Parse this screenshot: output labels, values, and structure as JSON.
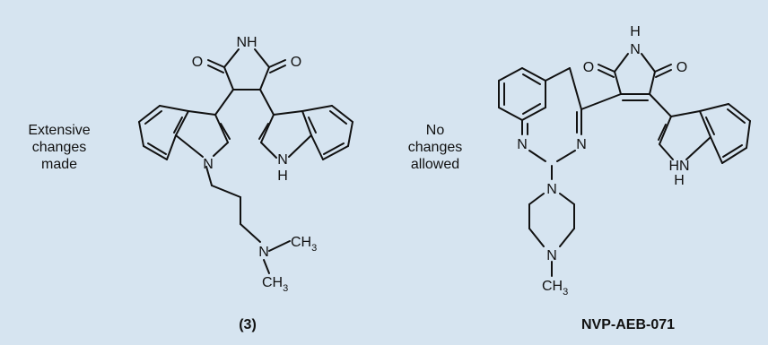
{
  "background_color": "#d6e4f0",
  "atoms": {
    "o": "O",
    "n": "N",
    "h": "H",
    "nh": "NH",
    "hn": "HN",
    "ch": "CH",
    "sub3": "3"
  },
  "left": {
    "note_lines": [
      "Extensive",
      "changes",
      "made"
    ],
    "caption": "(3)"
  },
  "middle": {
    "note_lines": [
      "No",
      "changes",
      "allowed"
    ]
  },
  "right": {
    "caption": "NVP-AEB-071"
  }
}
